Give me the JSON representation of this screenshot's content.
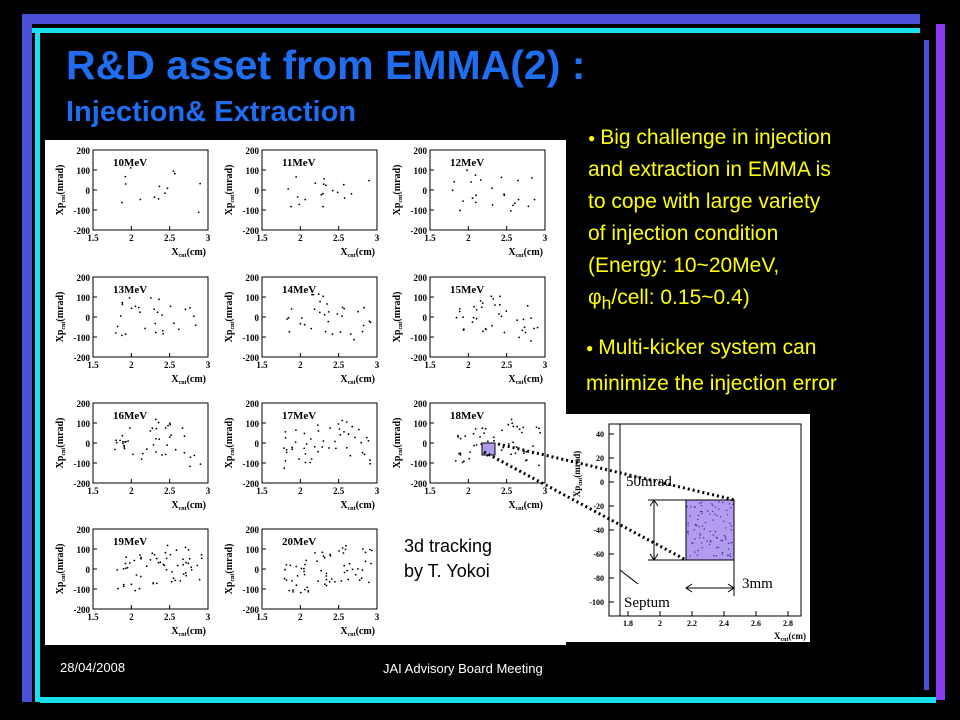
{
  "slide": {
    "title": "R&D asset from EMMA(2) :",
    "subtitle": "Injection& Extraction",
    "bullet1": {
      "l1": "Big challenge in injection",
      "l2": "and extraction in EMMA is",
      "l3": "to cope with large variety",
      "l4": "of injection condition",
      "l5": "(Energy: 10~20MeV,",
      "phi": "φ",
      "phisub": "h",
      "l6rest": "/cell: 0.15~0.4)"
    },
    "bullet2": {
      "l1": "Multi-kicker system can",
      "l2": "minimize the injection error"
    },
    "tracking": {
      "l1": "3d tracking",
      "l2": "by T. Yokoi"
    },
    "footer": {
      "date": "28/04/2008",
      "meeting": "JAI Advisory Board Meeting"
    },
    "colors": {
      "title": "#1f6df0",
      "bullet_text": "#ffff00",
      "region": "#b19cf0"
    }
  },
  "panels": {
    "energies": [
      "10MeV",
      "11MeV",
      "12MeV",
      "13MeV",
      "14MeV",
      "15MeV",
      "16MeV",
      "17MeV",
      "18MeV",
      "19MeV",
      "20MeV"
    ],
    "yticks": [
      "200",
      "100",
      "0",
      "-100",
      "-200"
    ],
    "xticks": [
      "1.5",
      "2",
      "2.5",
      "3"
    ],
    "ylabel": "Xp",
    "ylabel_sub": "cnt",
    "ylabel_unit": "(mrad)",
    "xlabel": "X",
    "xlabel_sub": "cnt",
    "xlabel_unit": "(cm)"
  },
  "zoom": {
    "yticks": [
      "40",
      "20",
      "0",
      "-20",
      "-40",
      "-60",
      "-80",
      "-100"
    ],
    "xticks": [
      "1.8",
      "2",
      "2.2",
      "2.4",
      "2.6",
      "2.8"
    ],
    "label_50mrad": "50mrad",
    "label_3mm": "3mm",
    "label_septum": "Septum",
    "ylabel": "Xp",
    "ylabel_sub": "cnt",
    "ylabel_unit": "(mrad)",
    "xlabel": "X",
    "xlabel_sub": "cnt",
    "xlabel_unit": "(cm)"
  }
}
